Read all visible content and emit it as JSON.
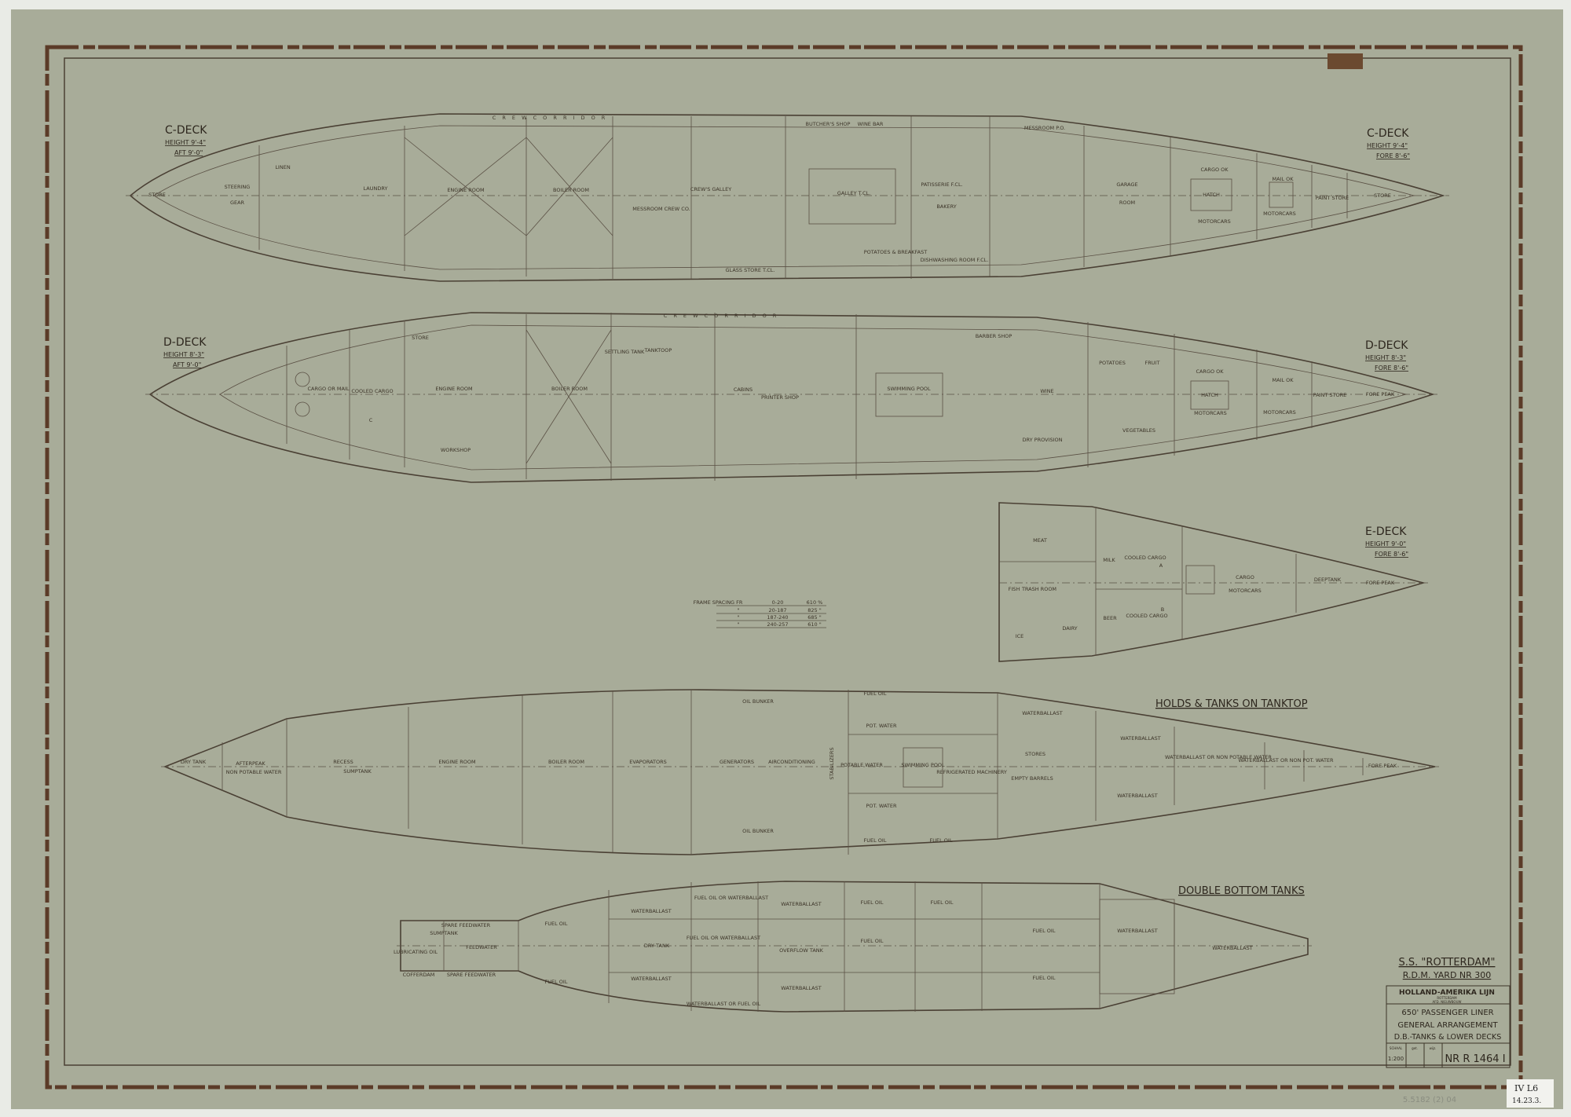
{
  "title_block": {
    "ship": "S.S. \"ROTTERDAM\"",
    "yard": "R.D.M. YARD NR 300",
    "company": "HOLLAND-AMERIKA LIJN",
    "company_city": "ROTTERDAM",
    "company_dept": "AFD. NIEUWBOUW",
    "line1": "650' PASSENGER LINER",
    "line2": "GENERAL ARRANGEMENT",
    "line3": "D.B.-TANKS & LOWER DECKS",
    "scale_label": "SCHAAL",
    "scale": "1:200",
    "drawn_label": "get.",
    "revised_label": "wijz.",
    "number": "NR R 1464 I"
  },
  "archive": {
    "stamp": "5.5182 (2) 04",
    "sticker_line1": "IV L6",
    "sticker_line2": "14.23.3."
  },
  "frame_spacing": {
    "rows": [
      [
        "FRAME SPACING FR",
        "0-20",
        "610 %"
      ],
      [
        "\"",
        "20-187",
        "825 \""
      ],
      [
        "\"",
        "187-240",
        "685 \""
      ],
      [
        "\"",
        "240-257",
        "610 \""
      ]
    ]
  },
  "c_deck": {
    "title": "C-DECK",
    "height": "HEIGHT 9'-4\"",
    "aft": "AFT 9'-0\"",
    "fore": "FORE 8'-6\"",
    "corridor": "C R E W   C O R R I D O R",
    "rooms": [
      "STORE",
      "STEERING",
      "GEAR",
      "LINEN",
      "LAUNDRY",
      "ENGINE ROOM",
      "BOILER ROOM",
      "MESSROOM CREW CO.",
      "CREW'S GALLEY",
      "GALLEY T.CL.",
      "BUTCHER'S SHOP",
      "WINE BAR",
      "PATISSERIE F.CL.",
      "BAKERY",
      "MESSROOM P.O.",
      "GARAGE",
      "ROOM",
      "CARGO OK",
      "HATCH",
      "MOTORCARS",
      "MAIL OK",
      "MOTORCARS",
      "PAINT STORE",
      "STORE",
      "DISHWASHING ROOM F.CL.",
      "POTATOES & BREAKFAST",
      "GLASS STORE T.CL."
    ]
  },
  "d_deck": {
    "title": "D-DECK",
    "height": "HEIGHT 8'-3\"",
    "aft": "AFT 9'-0\"",
    "fore": "FORE 8'-6\"",
    "corridor": "C R E W   C O R R I D O R",
    "rooms": [
      "CARGO OR MAIL",
      "COOLED CARGO",
      "C",
      "STORE",
      "ENGINE ROOM",
      "WORKSHOP",
      "BOILER ROOM",
      "SETTLING TANK",
      "TANKTOOP",
      "CABINS",
      "PRINTER SHOP",
      "SWIMMING POOL",
      "BARBER SHOP",
      "DRY PROVISION",
      "POTATOES",
      "FRUIT",
      "VEGETABLES",
      "CARGO OK",
      "HATCH",
      "MOTORCARS",
      "MAIL OK",
      "MOTORCARS",
      "PAINT STORE",
      "FORE PEAK",
      "WINE"
    ]
  },
  "e_deck": {
    "title": "E-DECK",
    "height": "HEIGHT 9'-0\"",
    "fore": "FORE 8'-6\"",
    "rooms": [
      "MEAT",
      "MILK",
      "COOLED CARGO",
      "A",
      "FISH",
      "TRASH ROOM",
      "BEER",
      "COOLED CARGO",
      "B",
      "ICE",
      "DAIRY",
      "CARGO",
      "MOTORCARS",
      "DEEPTANK",
      "FORE PEAK"
    ]
  },
  "holds": {
    "title": "HOLDS & TANKS ON TANKTOP",
    "rooms": [
      "DRY TANK",
      "AFTERPEAK",
      "NON POTABLE WATER",
      "RECESS",
      "SUMPTANK",
      "ENGINE ROOM",
      "BOILER ROOM",
      "EVAPORATORS",
      "GENERATORS",
      "AIRCONDITIONING",
      "STABILIZERS",
      "FUEL OIL",
      "POT. WATER",
      "POTABLE WATER",
      "SWIMMING POOL",
      "REFRIGERATED MACHINERY",
      "WATERBALLAST",
      "STORES",
      "EMPTY BARRELS",
      "WATERBALLAST",
      "WATERBALLAST",
      "WATERBALLAST OR NON POTABLE WATER",
      "WATERBALLAST OR NON POT. WATER",
      "FORE PEAK",
      "FUEL OIL",
      "POT. WATER",
      "FUEL OIL",
      "OIL BUNKER",
      "OIL BUNKER"
    ]
  },
  "double_bottom": {
    "title": "DOUBLE BOTTOM TANKS",
    "rooms": [
      "LUBRICATING OIL",
      "SUMPTANK",
      "COFFERDAM",
      "SPARE FEEDWATER",
      "FEEDWATER",
      "SPARE FEEDWATER",
      "FUEL OIL",
      "FUEL OIL",
      "WATERBALLAST",
      "DRY TANK",
      "WATERBALLAST",
      "FUEL OIL OR WATERBALLAST",
      "FUEL OIL OR WATERBALLAST",
      "WATERBALLAST OR FUEL OIL",
      "WATERBALLAST",
      "OVERFLOW TANK",
      "WATERBALLAST",
      "FUEL OIL",
      "FUEL OIL",
      "FUEL OIL",
      "FUEL OIL",
      "FUEL OIL",
      "WATERBALLAST",
      "WATERBALLAST"
    ]
  },
  "colors": {
    "paper": "#a6aa97",
    "ink": "#4a4034",
    "stain": "#5b3b28",
    "margin": "#e9ebe6"
  }
}
